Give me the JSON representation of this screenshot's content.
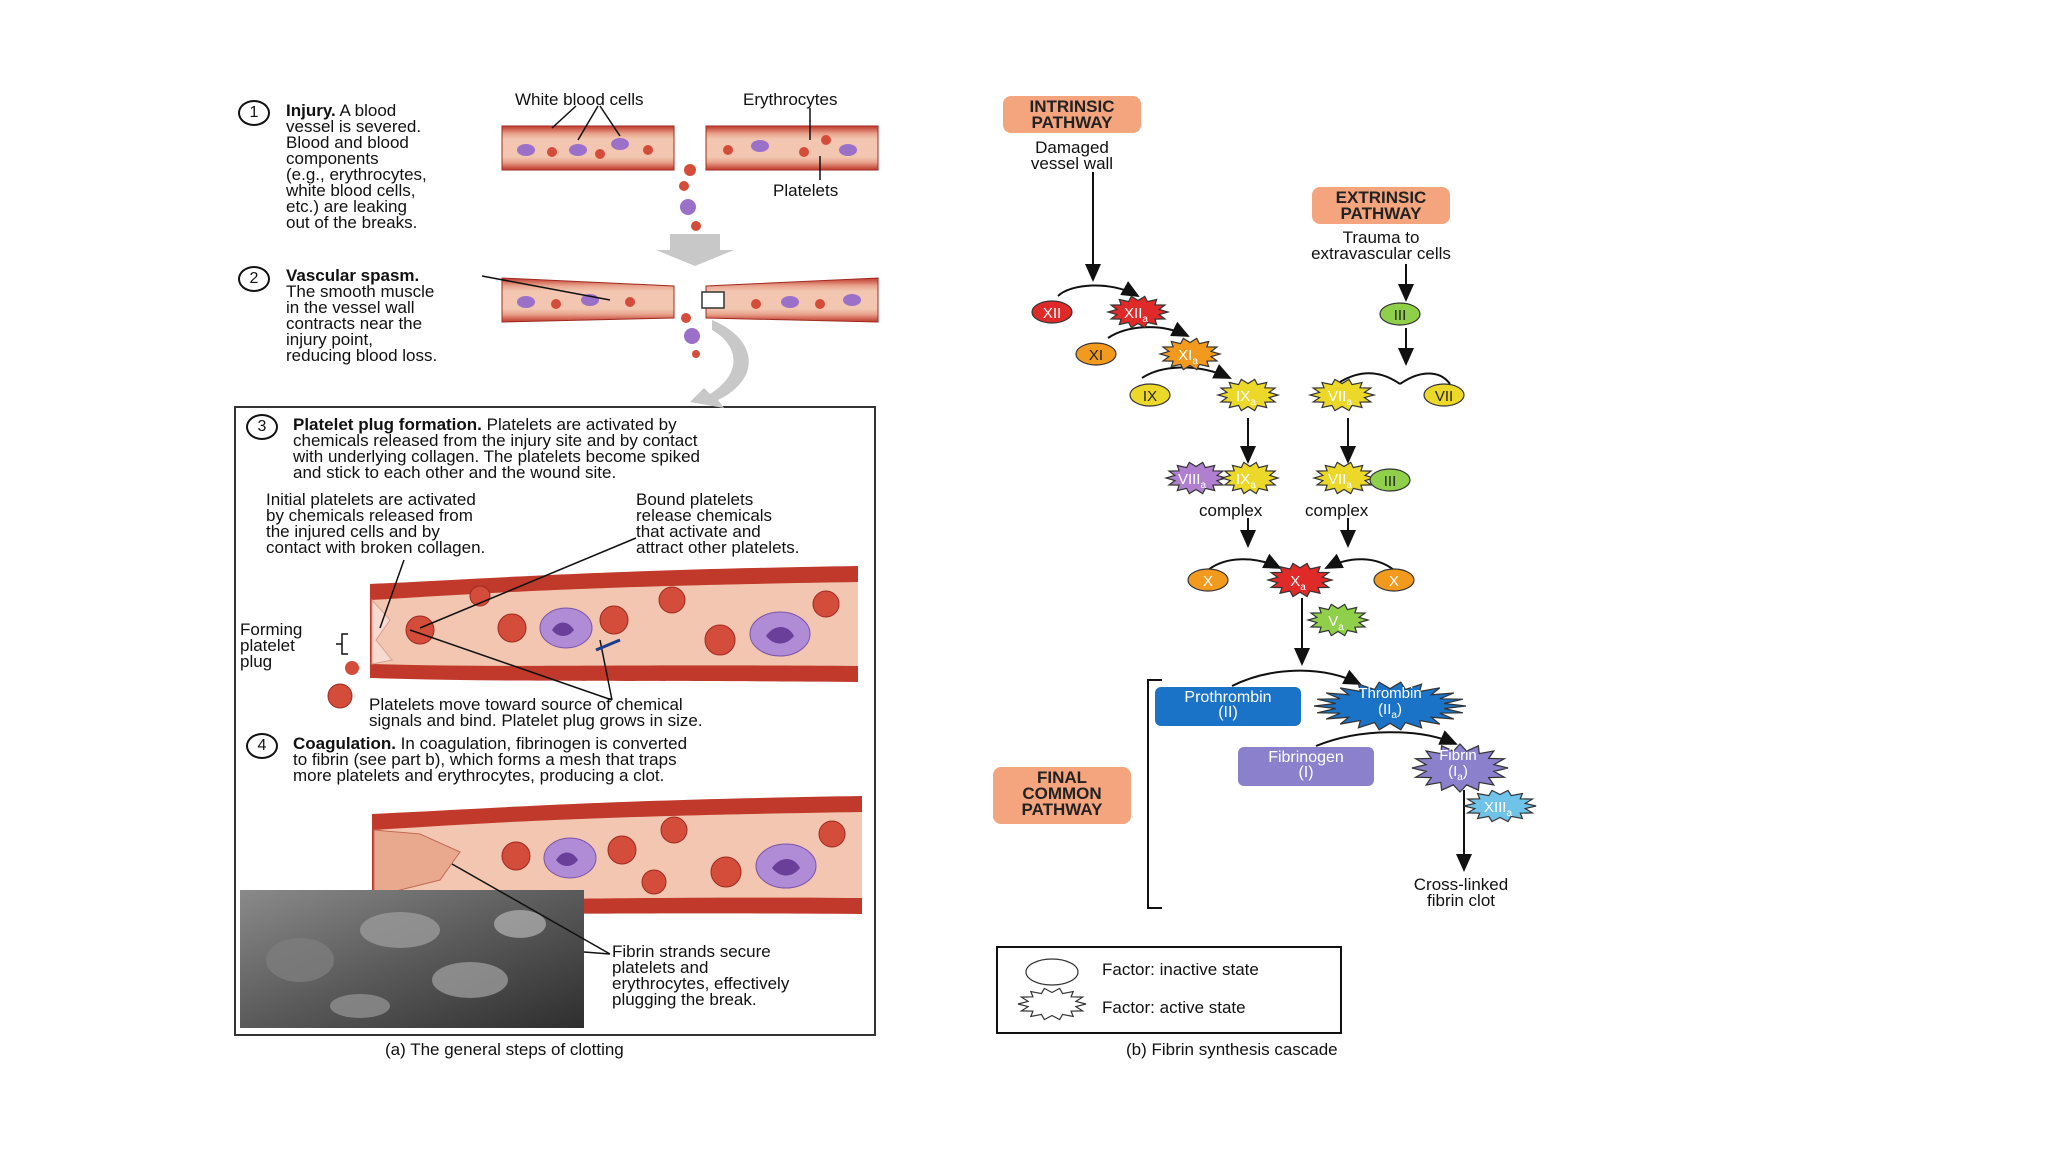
{
  "left": {
    "step1": {
      "num": "1",
      "title": "Injury.",
      "text": [
        " A blood",
        "vessel is severed.",
        "Blood and blood",
        "components",
        "(e.g., erythrocytes,",
        "white blood cells,",
        "etc.) are leaking",
        "out of the breaks."
      ],
      "label_wbc": "White blood cells",
      "label_eryth": "Erythrocytes",
      "label_platelets": "Platelets"
    },
    "step2": {
      "num": "2",
      "title": "Vascular spasm.",
      "text": [
        "The smooth muscle",
        "in the vessel wall",
        "contracts near the",
        "injury point,",
        "reducing blood loss."
      ]
    },
    "step3": {
      "num": "3",
      "title": "Platelet plug formation.",
      "text": [
        " Platelets are activated by",
        "chemicals released from the injury site and by contact",
        "with underlying collagen. The platelets become spiked",
        "and stick to each other and the wound site."
      ],
      "note_initial": [
        "Initial platelets are activated",
        "by chemicals released from",
        "the injured cells and by",
        "contact with broken collagen."
      ],
      "note_bound": [
        "Bound platelets",
        "release chemicals",
        "that activate and",
        "attract other platelets."
      ],
      "forming": [
        "Forming",
        "platelet",
        "plug"
      ],
      "note_move": [
        "Platelets move toward source of chemical",
        "signals and bind. Platelet plug grows in size."
      ]
    },
    "step4": {
      "num": "4",
      "title": "Coagulation.",
      "text": [
        " In coagulation, fibrinogen is converted",
        "to fibrin (see part b), which forms a mesh that traps",
        "more platelets and erythrocytes, producing a clot."
      ],
      "note_fibrin": [
        "Fibrin strands secure",
        "platelets and",
        "erythrocytes, effectively",
        "plugging the break."
      ]
    },
    "caption": "(a) The general steps of clotting"
  },
  "right": {
    "intrinsic": {
      "label": [
        "INTRINSIC",
        "PATHWAY"
      ],
      "sub": [
        "Damaged",
        "vessel wall"
      ]
    },
    "extrinsic": {
      "label": [
        "EXTRINSIC",
        "PATHWAY"
      ],
      "sub": [
        "Trauma to",
        "extravascular cells"
      ]
    },
    "factors": {
      "xii": "XII",
      "xiia": "XII",
      "xi": "XI",
      "xia": "XI",
      "ix": "IX",
      "ixa": "IX",
      "iii": "III",
      "viia": "VII",
      "vii": "VII",
      "viii_c": "VIII",
      "ixa_c": "IX",
      "viia_c": "VII",
      "iii_c": "III",
      "x_left": "X",
      "xa": "X",
      "x_right": "X",
      "va": "V",
      "xiiia": "XIII",
      "sub_a": "a"
    },
    "complex_left": "complex",
    "complex_right": "complex",
    "prothrombin": [
      "Prothrombin",
      "(II)"
    ],
    "thrombin": [
      "Thrombin",
      "(II"
    ],
    "fibrinogen": [
      "Fibrinogen",
      "(I)"
    ],
    "fibrin": [
      "Fibrin",
      "(I"
    ],
    "final": [
      "FINAL",
      "COMMON",
      "PATHWAY"
    ],
    "clot": [
      "Cross-linked",
      "fibrin clot"
    ],
    "legend": {
      "inactive": "Factor: inactive state",
      "active": "Factor: active state"
    },
    "caption": "(b) Fibrin synthesis cascade"
  },
  "colors": {
    "pathway": "#f4a57e",
    "vessel": "#c0392b",
    "red_factor": "#e02a2a",
    "orange_factor": "#f29a1e",
    "yellow_factor": "#ecd829",
    "green_factor": "#8fcf4a",
    "purple_factor": "#b07fd0",
    "blue_prothrombin": "#1a73c6",
    "purple_fibrinogen": "#8b80cc",
    "cyan_factor": "#6fc2e8"
  }
}
